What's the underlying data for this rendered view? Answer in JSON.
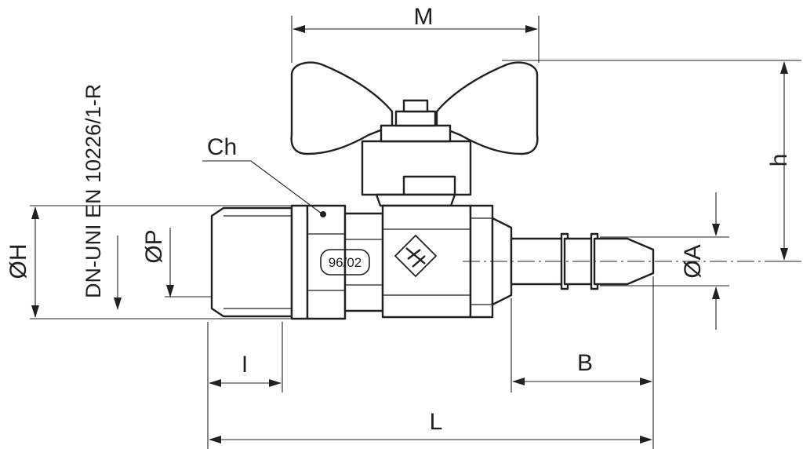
{
  "standard": "DN-UNI EN 10226/1-R",
  "stamp": "96/02",
  "dimensions": {
    "M": "M",
    "h": "h",
    "Ch": "Ch",
    "H": "ØH",
    "P": "ØP",
    "A": "ØA",
    "I": "I",
    "B": "B",
    "L": "L"
  },
  "colors": {
    "line": "#231f20",
    "background": "#ffffff"
  }
}
